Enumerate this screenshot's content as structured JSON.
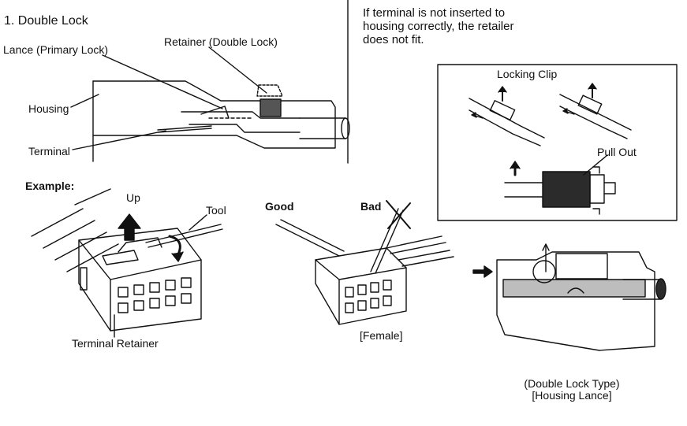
{
  "section_title": "1. Double Lock",
  "note": {
    "line1": "If terminal is not inserted to",
    "line2": "housing correctly, the retailer",
    "line3": "does not fit."
  },
  "top_diagram": {
    "lance_label": "Lance (Primary Lock)",
    "retainer_label": "Retainer (Double Lock)",
    "housing_label": "Housing",
    "terminal_label": "Terminal"
  },
  "inset": {
    "locking_clip_label": "Locking Clip",
    "pull_out_label": "Pull Out"
  },
  "example": {
    "heading": "Example:",
    "up_label": "Up",
    "tool_label": "Tool",
    "terminal_retainer_label": "Terminal Retainer",
    "good_label": "Good",
    "bad_label": "Bad",
    "female_label": "[Female]",
    "caption_line1": "(Double Lock Type)",
    "caption_line2": "[Housing Lance]"
  },
  "colors": {
    "line": "#111111",
    "fill_gray": "#bdbdbd",
    "fill_dark": "#2b2b2b"
  }
}
